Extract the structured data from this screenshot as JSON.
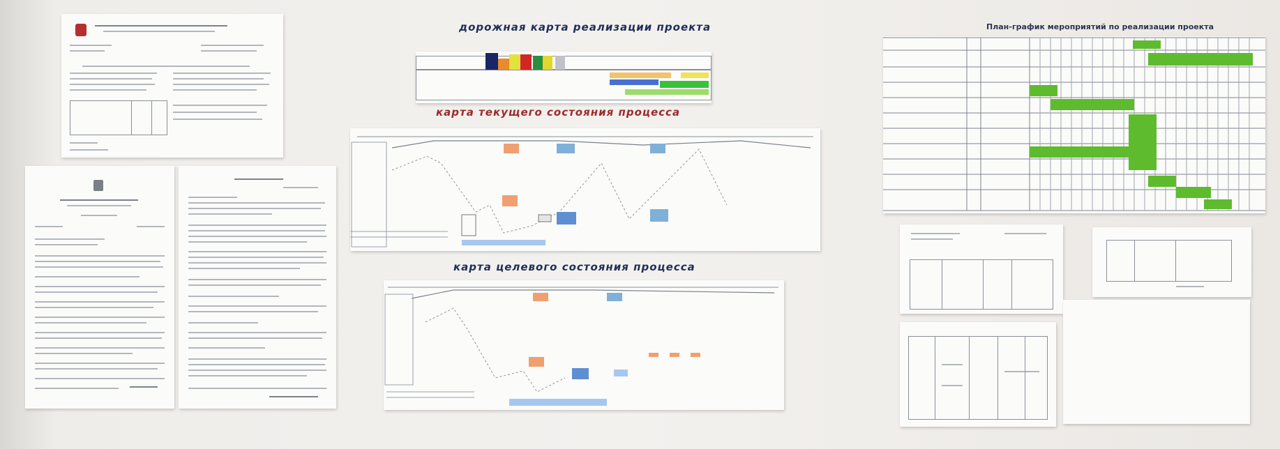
{
  "photo": {
    "subject": "Стенд с документами проекта на стене",
    "colors": {
      "wall": "#efedea",
      "paper": "#fbfbfa",
      "green_bar": "#5fbb2e",
      "orange": "#f0a070",
      "blue": "#7fb0d8",
      "title_blue": "#1f2f59",
      "title_red": "#9c2a2a"
    }
  },
  "posters": {
    "roadmap": {
      "title": "дорожная карта реализации проекта"
    },
    "current_state": {
      "title": "карта текущего состояния процесса"
    },
    "target_state": {
      "title": "карта целевого состояния процесса"
    },
    "gantt": {
      "title": "План-график мероприятий по реализации проекта"
    }
  }
}
